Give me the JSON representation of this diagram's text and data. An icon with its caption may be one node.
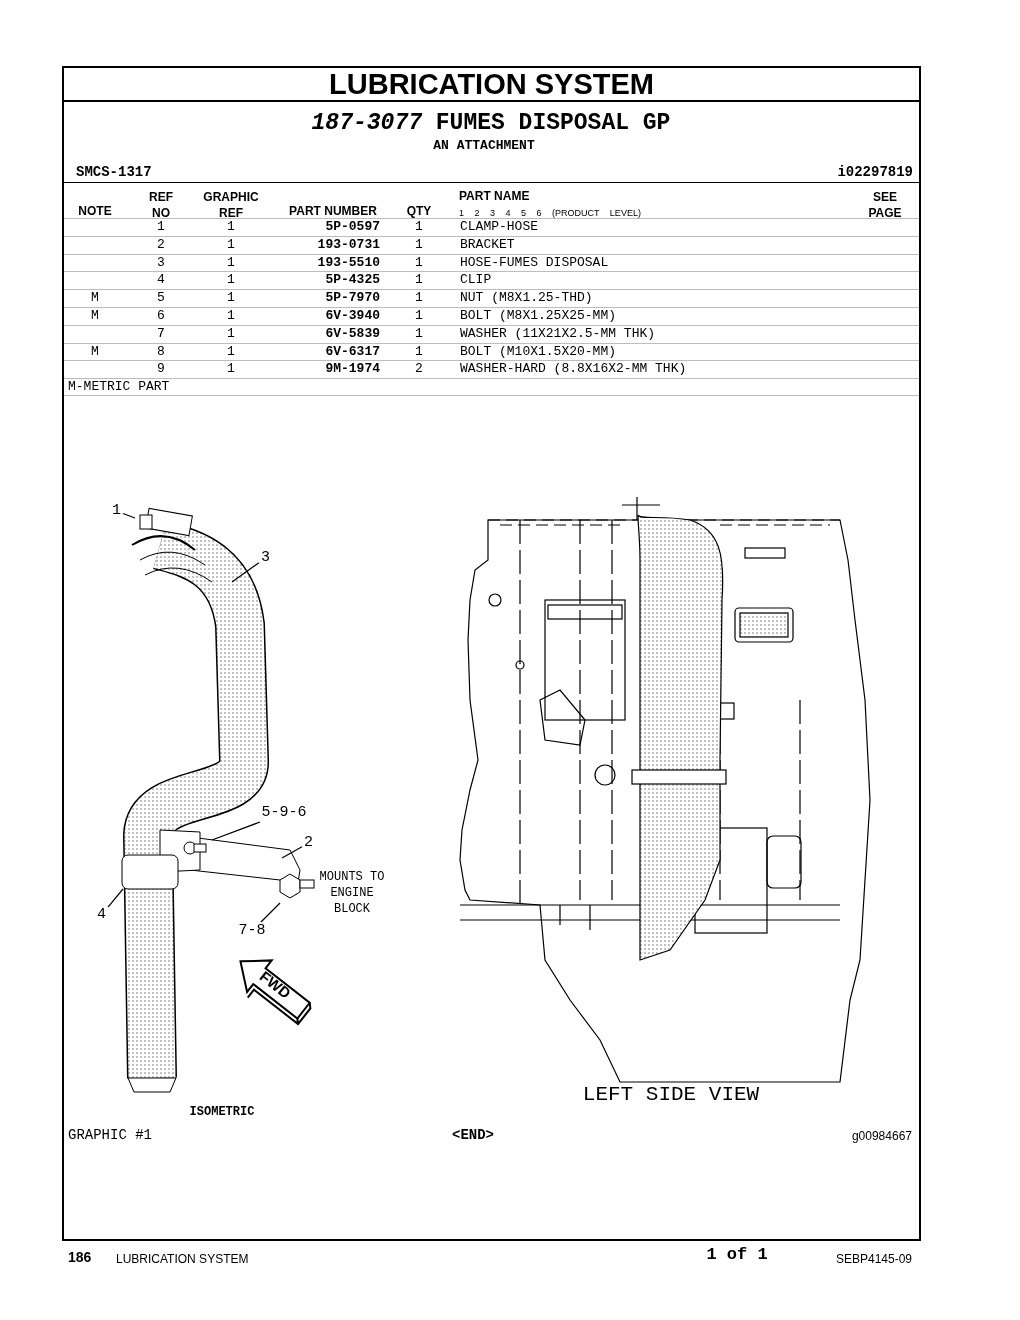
{
  "diagram": {
    "title": "LUBRICATION SYSTEM",
    "nodes": [
      {
        "text": [
          "1"
        ]
      },
      {
        "text": [
          "3"
        ]
      },
      {
        "text": [
          "5-9-6"
        ]
      },
      {
        "text": [
          "2"
        ]
      },
      {
        "text": [
          "4"
        ]
      },
      {
        "text": [
          "7-8"
        ]
      }
    ],
    "edges": [
      {
        "from": 0,
        "to": null,
        "arrow": "none"
      },
      {
        "from": 1,
        "to": null,
        "arrow": "none"
      },
      {
        "from": 2,
        "to": null,
        "arrow": "none"
      },
      {
        "from": 3,
        "to": null,
        "arrow": "none"
      },
      {
        "from": 4,
        "to": null,
        "arrow": "none"
      },
      {
        "from": 5,
        "to": null,
        "arrow": "none"
      }
    ],
    "labels": [
      "*187-3077* FUMES DISPOSAL GP",
      "AN ATTACHMENT",
      "SMCS-1317",
      "i02297819",
      "NOTE",
      "REF NO",
      "GRAPHIC REF",
      "PART NUMBER",
      "QTY",
      "PART NAME",
      "1 2 3 4 5 6 (PRODUCT LEVEL)",
      "SEE PAGE",
      "1",
      "1",
      "5P-0597",
      "1",
      "CLAMP-HOSE",
      "2",
      "1",
      "193-0731",
      "1",
      "BRACKET",
      "3",
      "1",
      "193-5510",
      "1",
      "HOSE-FUMES DISPOSAL",
      "4",
      "1",
      "5P-4325",
      "1",
      "CLIP",
      "M",
      "5",
      "1",
      "5P-7970",
      "1",
      "NUT (M8X1.25-THD)",
      "M",
      "6",
      "1",
      "6V-3940",
      "1",
      "BOLT (M8X1.25X25-MM)",
      "7",
      "1",
      "6V-5839",
      "1",
      "WASHER (11X21X2.5-MM THK)",
      "M",
      "8",
      "1",
      "6V-6317",
      "1",
      "BOLT (M10X1.5X20-MM)",
      "9",
      "1",
      "9M-1974",
      "2",
      "WASHER-HARD (8.8X16X2-MM THK)",
      "M-METRIC PART",
      "MOUNTS TO ENGINE BLOCK",
      "FWD",
      "ISOMETRIC",
      "LEFT SIDE VIEW",
      "GRAPHIC #1",
      "<END>",
      "g00984667",
      "186",
      "LUBRICATION SYSTEM",
      "1 of 1",
      "SEBP4145-09"
    ]
  }
}
